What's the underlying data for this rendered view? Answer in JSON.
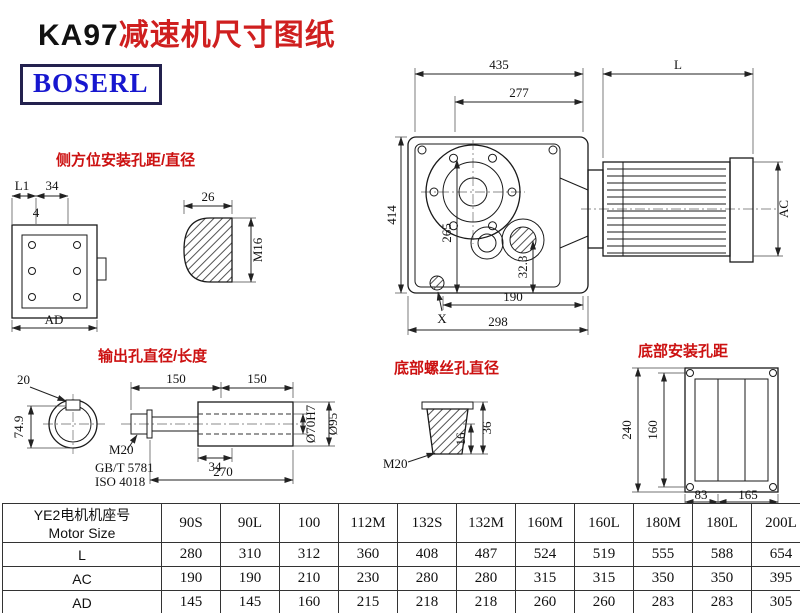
{
  "title": {
    "model": "KA97",
    "suffix": "减速机尺寸图纸"
  },
  "logo": {
    "text": "BOSERL"
  },
  "section_labels": {
    "side_mount": "侧方位安装孔距/直径",
    "output": "输出孔直径/长度",
    "bottom_screw": "底部螺丝孔直径",
    "bottom_mount": "底部安装孔距"
  },
  "dims": {
    "side": {
      "l1": "L1",
      "w34": "34",
      "n4": "4",
      "ad": "AD"
    },
    "plug": {
      "w26": "26",
      "m16": "M16"
    },
    "main": {
      "w435": "435",
      "w277": "277",
      "L": "L",
      "h414": "414",
      "h265": "265",
      "h323": "32.3",
      "w190": "190",
      "w298": "298",
      "x": "X",
      "ac": "AC"
    },
    "output": {
      "n20": "20",
      "h749": "74.9",
      "l150a": "150",
      "l150b": "150",
      "m20": "M20",
      "gb": "GB/T 5781",
      "iso": "ISO 4018",
      "n34": "34",
      "n270": "270",
      "d70": "Ø70H7",
      "d95": "Ø95"
    },
    "screw": {
      "n36": "36",
      "n16": "16",
      "m20": "M20"
    },
    "mount": {
      "h240": "240",
      "h160": "160",
      "w83": "83",
      "w165": "165"
    }
  },
  "table": {
    "motor_label_cn": "YE2电机机座号",
    "motor_label_en": "Motor Size",
    "columns": [
      "90S",
      "90L",
      "100",
      "112M",
      "132S",
      "132M",
      "160M",
      "160L",
      "180M",
      "180L",
      "200L"
    ],
    "rows": [
      {
        "label": "L",
        "values": [
          "280",
          "310",
          "312",
          "360",
          "408",
          "487",
          "524",
          "519",
          "555",
          "588",
          "654"
        ]
      },
      {
        "label": "AC",
        "values": [
          "190",
          "190",
          "210",
          "230",
          "280",
          "280",
          "315",
          "315",
          "350",
          "350",
          "395"
        ]
      },
      {
        "label": "AD",
        "values": [
          "145",
          "145",
          "160",
          "215",
          "218",
          "218",
          "260",
          "260",
          "283",
          "283",
          "305"
        ]
      }
    ]
  }
}
